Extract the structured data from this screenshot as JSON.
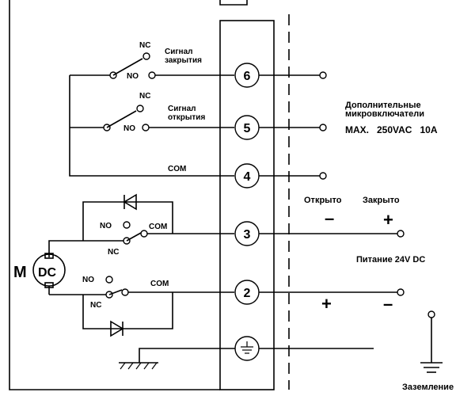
{
  "terminals": [
    "6",
    "5",
    "4",
    "3",
    "2"
  ],
  "switch_close": {
    "nc": "NC",
    "no": "NO",
    "label_line1": "Сигнал",
    "label_line2": "закрытия"
  },
  "switch_open": {
    "nc": "NC",
    "no": "NO",
    "label_line1": "Сигнал",
    "label_line2": "открытия"
  },
  "com_label": "COM",
  "extra_switches": {
    "title_line1": "Дополнительные",
    "title_line2": "микровключатели",
    "rating": "MAX.   250VAC   10A"
  },
  "motor_switch_upper": {
    "no": "NO",
    "com": "COM",
    "nc": "NC"
  },
  "motor_switch_lower": {
    "no": "NO",
    "com": "COM",
    "nc": "NC"
  },
  "motor": {
    "letter": "M",
    "type": "DC"
  },
  "direction": {
    "open": "Открыто",
    "close": "Закрыто"
  },
  "polarity": {
    "minus": "–",
    "plus": "+"
  },
  "power_label": "Питание 24V DC",
  "ground_label": "Заземление"
}
